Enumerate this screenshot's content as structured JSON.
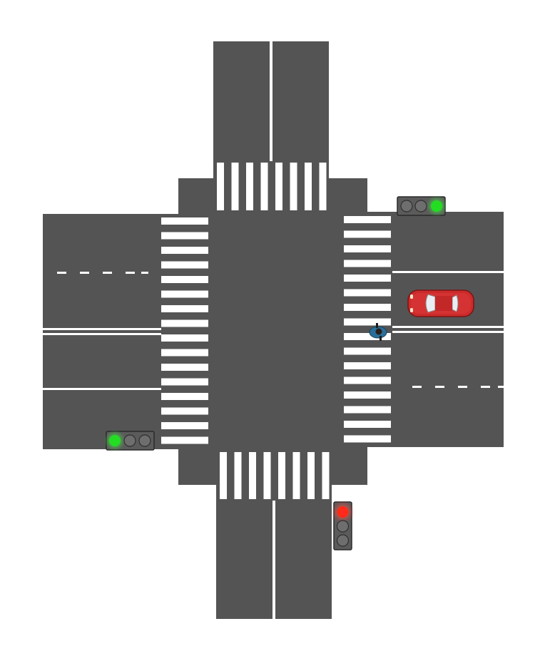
{
  "scene": {
    "type": "traffic-intersection",
    "road_color": "#545454",
    "marking_color": "#ffffff"
  },
  "traffic_lights": [
    {
      "id": "east",
      "orientation": "horizontal",
      "active_light": "green",
      "active_color": "#22dd22"
    },
    {
      "id": "west",
      "orientation": "horizontal",
      "active_light": "green",
      "active_color": "#22dd22"
    },
    {
      "id": "south",
      "orientation": "vertical",
      "active_light": "red",
      "active_color": "#ff2a1a"
    }
  ],
  "vehicles": [
    {
      "id": "car",
      "type": "sedan",
      "color": "#cc2b2b",
      "heading": "west"
    }
  ],
  "pedestrians": [
    {
      "id": "pedestrian",
      "color": "#2a6f9a",
      "location": "east-crosswalk"
    }
  ]
}
